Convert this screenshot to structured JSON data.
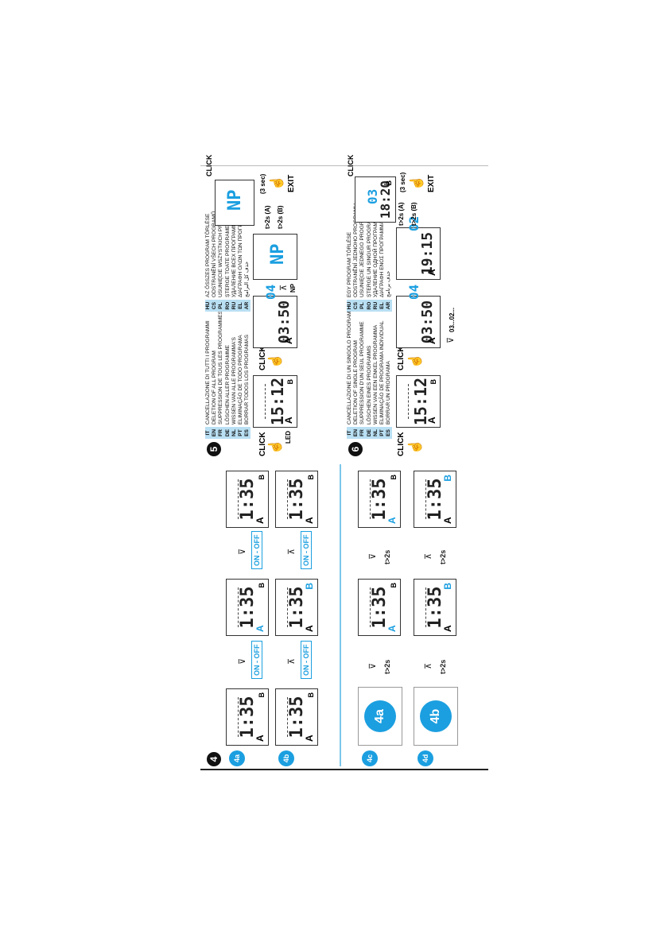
{
  "step4": {
    "number": "4",
    "sub_4a": "4a",
    "sub_4b": "4b",
    "sub_4c": "4c",
    "sub_4d": "4d",
    "lcd_time": "1:35",
    "on_off": "ON - OFF",
    "t2s": "t>2s",
    "label_a": "A",
    "label_b": "B"
  },
  "step5": {
    "number": "5",
    "languages": [
      {
        "code": "IT",
        "text": "CANCELLAZIONE DI TUTTI I PROGRAMMI"
      },
      {
        "code": "EN",
        "text": "DELETION OF ALL PROGRAM"
      },
      {
        "code": "FR",
        "text": "SUPPRESSION DE TOUS LES PROGRAMMES"
      },
      {
        "code": "DE",
        "text": "LÖSCHEN ALLER PROGRAMME"
      },
      {
        "code": "NL",
        "text": "WISSEN VAN ALLE PROGRAMMA'S"
      },
      {
        "code": "PT",
        "text": "ELIMINAÇÃO DE TODO PROGRAMA"
      },
      {
        "code": "ES",
        "text": "BORRAR TODOS LOS PROGRAMAS"
      }
    ],
    "languages_2": [
      {
        "code": "HU",
        "text": "AZ ÖSSZES PROGRAM TÖRLÉSE"
      },
      {
        "code": "CS",
        "text": "ODSTRANĚNÍ VŠECH PROGRAMŮ"
      },
      {
        "code": "PL",
        "text": "USUNIĘCIE WSZYSTKICH PROGRAMÓW"
      },
      {
        "code": "RO",
        "text": "ȘTERGE TOATE PROGRAMELE"
      },
      {
        "code": "RU",
        "text": "УДАЛЕНИЕ ВСЕХ ПРОГРАММ"
      },
      {
        "code": "EL",
        "text": "ΔΙΑΓΡΑΦΗ ΟΛΩΝ ΤΩΝ ΠΡΟΓΡΑΜΜΑΤΩΝ"
      },
      {
        "code": "AR",
        "text": "حذف كل البرامج"
      }
    ],
    "click": "CLICK",
    "led": "LED",
    "time_1": "15:12",
    "time_2": "03:50",
    "prog_04": "04",
    "np": "NP",
    "t2s_a": "t>2s (A)",
    "t2s_b": "t>2s (B)",
    "click_3sec": "(3 sec)",
    "exit": "EXIT"
  },
  "step6": {
    "number": "6",
    "languages": [
      {
        "code": "IT",
        "text": "CANCELLAZIONE DI UN SINGOLO PROGRAMMA"
      },
      {
        "code": "EN",
        "text": "DELETION OF SINGLE PROGRAM"
      },
      {
        "code": "FR",
        "text": "SUPPRESSION D'UN SEUL PROGRAMME"
      },
      {
        "code": "DE",
        "text": "LÖSCHEN EINES PROGRAMMS"
      },
      {
        "code": "NL",
        "text": "WISSEN VAN EEN ENKEL PROGRAMMA"
      },
      {
        "code": "PT",
        "text": "ELIMINAÇÃO DE PROGRAMA INDIVIDUAL"
      },
      {
        "code": "ES",
        "text": "BORRAR UN PROGRAMA"
      }
    ],
    "languages_2": [
      {
        "code": "HU",
        "text": "EGY PROGRAM TÖRLÉSE"
      },
      {
        "code": "CS",
        "text": "ODSTRANĚNÍ JEDNOHO PROGRAMU"
      },
      {
        "code": "PL",
        "text": "USUNIĘCIE JEDNEGO PROGRAMU"
      },
      {
        "code": "RO",
        "text": "ȘTERGE UN SINGUR PROGRAM"
      },
      {
        "code": "RU",
        "text": "УДАЛЕНИЕ ОДНОЙ ПРОГРАММЫ"
      },
      {
        "code": "EL",
        "text": "ΔΙΑΓΡΑΦΗ ΕΝΟΣ ΠΡΟΓΡΑΜΜΑΤΟΣ"
      },
      {
        "code": "AR",
        "text": "حذف برنامج"
      }
    ],
    "click": "CLICK",
    "time_1": "15:12",
    "time_2": "03:50",
    "time_3": "19:15",
    "time_4": "18:20",
    "prog_04": "04",
    "prog_02": "02",
    "prog_03": "03",
    "seq": "03...02...",
    "t2s_a": "t>2s (A)",
    "t2s_b": "t>2s (B)",
    "click_3sec": "(3 sec)",
    "exit": "EXIT"
  }
}
